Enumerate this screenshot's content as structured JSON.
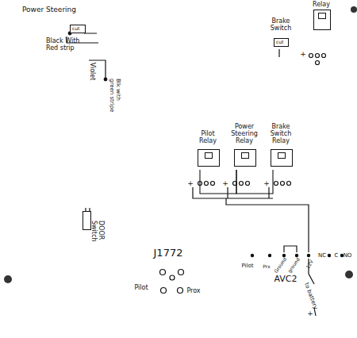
{
  "diagram": {
    "nodes": [
      {
        "text": [
          "Power Steering",
          "cut"
        ]
      },
      {
        "text": [
          "Brake Switch",
          "cut"
        ]
      },
      {
        "text": [
          "Relay"
        ]
      },
      {
        "text": [
          "Pilot Relay"
        ]
      },
      {
        "text": [
          "Power Steering Relay"
        ]
      },
      {
        "text": [
          "Brake Switch Relay"
        ]
      },
      {
        "text": [
          "DOOR Switch"
        ]
      }
    ],
    "edges": [
      {
        "from": 3,
        "to": 4,
        "arrow": "none"
      },
      {
        "from": 4,
        "to": 5,
        "arrow": "none"
      }
    ],
    "labels": [
      "Black With Red strip",
      "Violet",
      "Blk with green stripe",
      "+",
      "+",
      "+",
      "+",
      "J1772",
      "Pilot",
      "Prox",
      "Pilot",
      "Prx",
      "Ground",
      "ground",
      "12V",
      "AVC2",
      "to battery",
      "+",
      "NC",
      "C",
      "NO"
    ]
  }
}
